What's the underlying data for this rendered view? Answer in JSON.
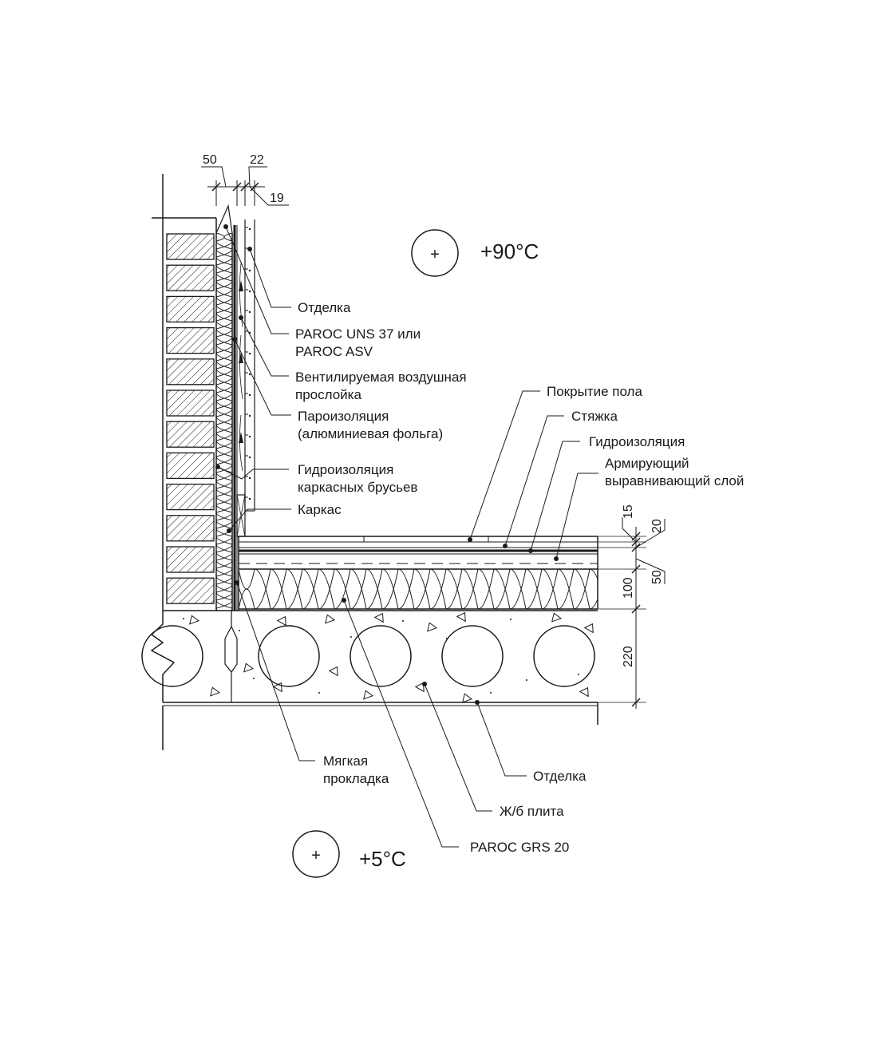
{
  "temperatures": {
    "inside": "+90°C",
    "outside": "+5°C",
    "symbol": "+"
  },
  "wall_labels": {
    "finish": "Отделка",
    "paroc_uns_1": "PAROC UNS 37 или",
    "paroc_uns_2": "PAROC ASV",
    "ventilated_1": "Вентилируемая воздушная",
    "ventilated_2": "прослойка",
    "vapor_1": "Пароизоляция",
    "vapor_2": "(алюминиевая фольга)",
    "frame_waterproof_1": "Гидроизоляция",
    "frame_waterproof_2": "каркасных брусьев",
    "frame": "Каркас"
  },
  "floor_labels": {
    "floor_covering": "Покрытие пола",
    "screed": "Стяжка",
    "waterproofing": "Гидроизоляция",
    "reinforcing_1": "Армирующий",
    "reinforcing_2": "выравнивающий слой"
  },
  "bottom_labels": {
    "soft_pad_1": "Мягкая",
    "soft_pad_2": "прокладка",
    "finish": "Отделка",
    "slab": "Ж/б плита",
    "paroc_grs": "PAROC GRS 20"
  },
  "dimensions": {
    "d50": "50",
    "d22": "22",
    "d19": "19",
    "d15": "15",
    "d20": "20",
    "d50b": "50",
    "d100": "100",
    "d220": "220"
  }
}
